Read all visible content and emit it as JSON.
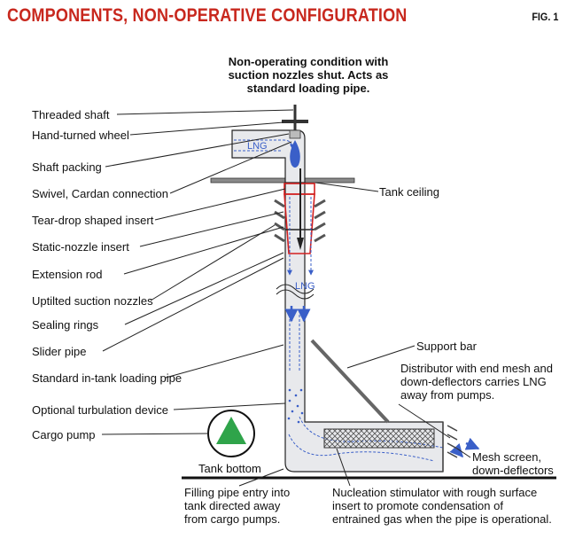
{
  "header": {
    "title": "COMPONENTS, NON-OPERATIVE CONFIGURATION",
    "fig_label": "FIG. 1"
  },
  "caption": {
    "lines": [
      "Non-operating condition with",
      "suction nozzles shut. Acts as",
      "standard loading pipe."
    ]
  },
  "left_labels": [
    "Threaded shaft",
    "Hand-turned wheel",
    "Shaft packing",
    "Swivel, Cardan connection",
    "Tear-drop shaped insert",
    "Static-nozzle insert",
    "Extension rod",
    "Uptilted suction nozzles",
    "Sealing rings",
    "Slider pipe",
    "Standard in-tank loading pipe",
    "Optional turbulation device",
    "Cargo pump"
  ],
  "right_labels": {
    "tank_ceiling": "Tank ceiling",
    "support_bar": "Support bar",
    "distributor": [
      "Distributor with end mesh and",
      "down-deflectors carries LNG",
      "away from pumps."
    ],
    "mesh_screen": [
      "Mesh screen,",
      "down-deflectors"
    ]
  },
  "bottom_labels": {
    "tank_bottom": "Tank bottom",
    "filling_entry": [
      "Filling pipe entry into",
      "tank directed away",
      "from cargo pumps."
    ],
    "nucleation": [
      "Nucleation stimulator with rough surface",
      "insert to promote condensation of",
      "entrained gas when the pipe is operational."
    ]
  },
  "diagram_text": {
    "lng_top": "LNG",
    "lng_mid": "LNG"
  },
  "colors": {
    "title_red": "#c8281e",
    "lng_blue": "#3a5fc8",
    "pump_green": "#2fa44a",
    "pipe_fill": "#e8e9ec",
    "insert_red": "#d22020"
  }
}
